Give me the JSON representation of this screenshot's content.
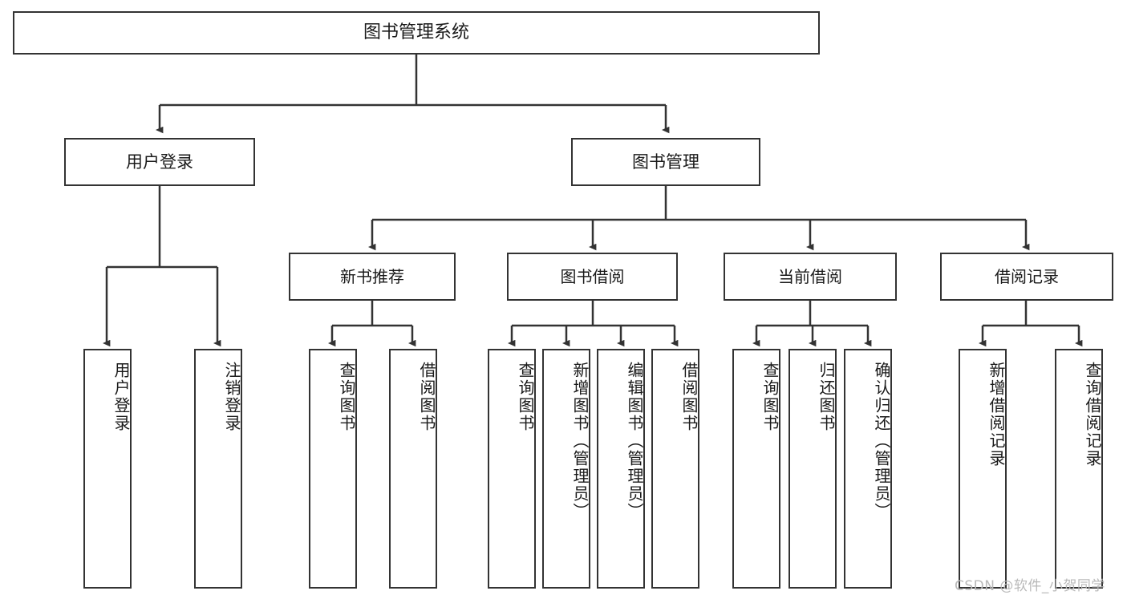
{
  "diagram": {
    "type": "tree",
    "title": "图书管理系统",
    "root": {
      "label": "图书管理系统"
    },
    "level2": [
      {
        "label": "用户登录"
      },
      {
        "label": "图书管理"
      }
    ],
    "level3": [
      {
        "label": "新书推荐"
      },
      {
        "label": "图书借阅"
      },
      {
        "label": "当前借阅"
      },
      {
        "label": "借阅记录"
      }
    ],
    "leaves": {
      "user_login": [
        {
          "label": "用户登录"
        },
        {
          "label": "注销登录"
        }
      ],
      "new_book_recommend": [
        {
          "label": "查询图书"
        },
        {
          "label": "借阅图书"
        }
      ],
      "book_borrow": [
        {
          "label": "查询图书"
        },
        {
          "label": "新增图书（管理员）"
        },
        {
          "label": "编辑图书（管理员）"
        },
        {
          "label": "借阅图书"
        }
      ],
      "current_borrow": [
        {
          "label": "查询图书"
        },
        {
          "label": "归还图书"
        },
        {
          "label": "确认归还（管理员）"
        }
      ],
      "borrow_records": [
        {
          "label": "新增借阅记录"
        },
        {
          "label": "查询借阅记录"
        }
      ]
    },
    "watermark": "CSDN @软件_小贺同学",
    "colors": {
      "stroke": "#333333",
      "box_fill": "#ffffff",
      "text": "#1a1a1a",
      "watermark": "#b9b9b9"
    }
  }
}
